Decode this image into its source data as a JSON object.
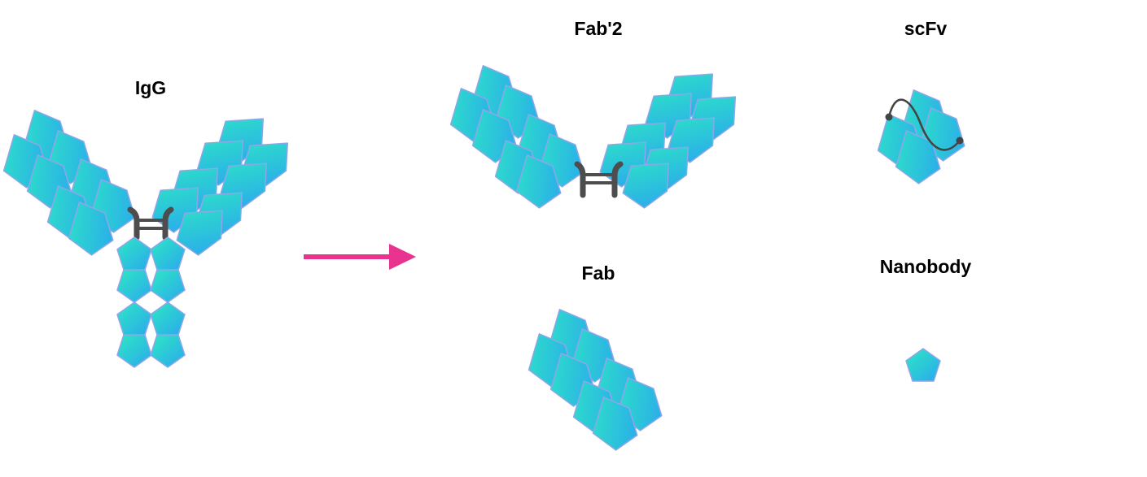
{
  "labels": {
    "igg": "IgG",
    "fab2": "Fab'2",
    "scfv": "scFv",
    "fab": "Fab",
    "nanobody": "Nanobody"
  },
  "colors": {
    "domain_gradient_start": "#2ee8c2",
    "domain_gradient_end": "#2aa8ee",
    "domain_stroke": "#8fa6e8",
    "hinge": "#4d4d4d",
    "arrow": "#e8338f"
  }
}
